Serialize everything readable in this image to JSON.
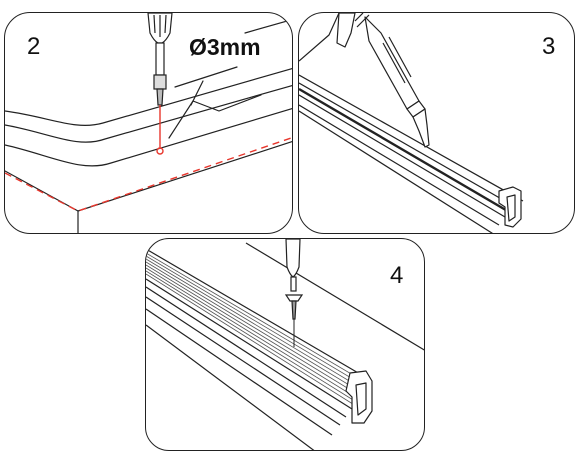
{
  "steps": [
    {
      "number": "2",
      "label": "Ø3mm"
    },
    {
      "number": "3"
    },
    {
      "number": "4"
    }
  ],
  "colors": {
    "outline": "#222222",
    "guide_line": "#e8362c",
    "background": "#ffffff"
  },
  "icons": {
    "step_2": "screwdriver-icon",
    "step_3": "caulking-gun-icon",
    "step_4": "screwdriver-icon"
  }
}
